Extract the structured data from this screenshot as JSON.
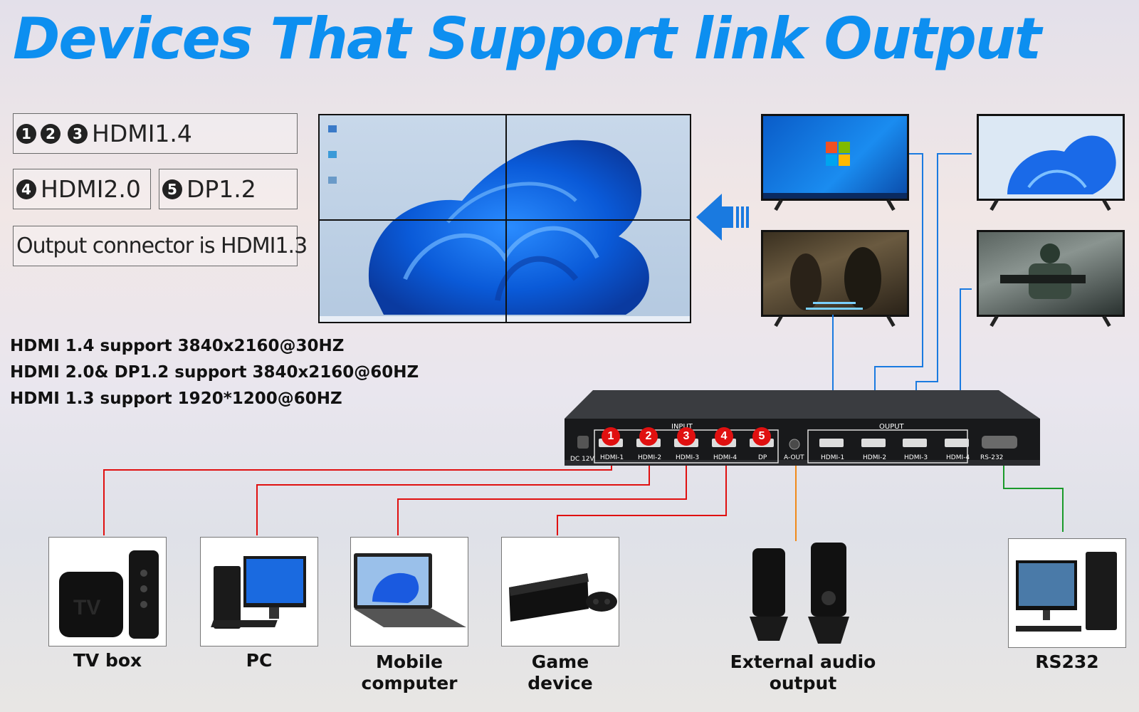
{
  "title": "Devices That Support link Output",
  "specs": {
    "hdmi14": {
      "nums": [
        "1",
        "2",
        "3"
      ],
      "label": "HDMI1.4"
    },
    "hdmi20": {
      "num": "4",
      "label": "HDMI2.0"
    },
    "dp12": {
      "num": "5",
      "label": "DP1.2"
    },
    "output": "Output connector is HDMI1.3"
  },
  "support_lines": [
    "HDMI 1.4 support 3840x2160@30HZ",
    "HDMI 2.0& DP1.2 support 3840x2160@60HZ",
    "HDMI 1.3 support 1920*1200@60HZ"
  ],
  "switch_box": {
    "dc": "DC 12V",
    "input_header": "INPUT",
    "output_header": "OUPUT",
    "input_numbers": [
      "1",
      "2",
      "3",
      "4",
      "5"
    ],
    "inputs": [
      "HDMI-1",
      "HDMI-2",
      "HDMI-3",
      "HDMI-4",
      "DP"
    ],
    "aout": "A-OUT",
    "outputs": [
      "HDMI-1",
      "HDMI-2",
      "HDMI-3",
      "HDMI-4"
    ],
    "rs232": "RS-232"
  },
  "devices": [
    {
      "name": "TV box",
      "line2": ""
    },
    {
      "name": "PC",
      "line2": ""
    },
    {
      "name": "Mobile",
      "line2": "computer"
    },
    {
      "name": "Game",
      "line2": "device"
    },
    {
      "name": "External audio",
      "line2": "output"
    },
    {
      "name": "RS232",
      "line2": ""
    }
  ],
  "colors": {
    "title": "#0d8ff0",
    "input_line": "#e01010",
    "output_line": "#1a7ae0",
    "audio_line": "#f08a1a",
    "rs232_line": "#1a9a2a",
    "arrow": "#1a7ae0"
  },
  "icons": [
    "arrow-left-icon",
    "windows-logo-icon"
  ]
}
